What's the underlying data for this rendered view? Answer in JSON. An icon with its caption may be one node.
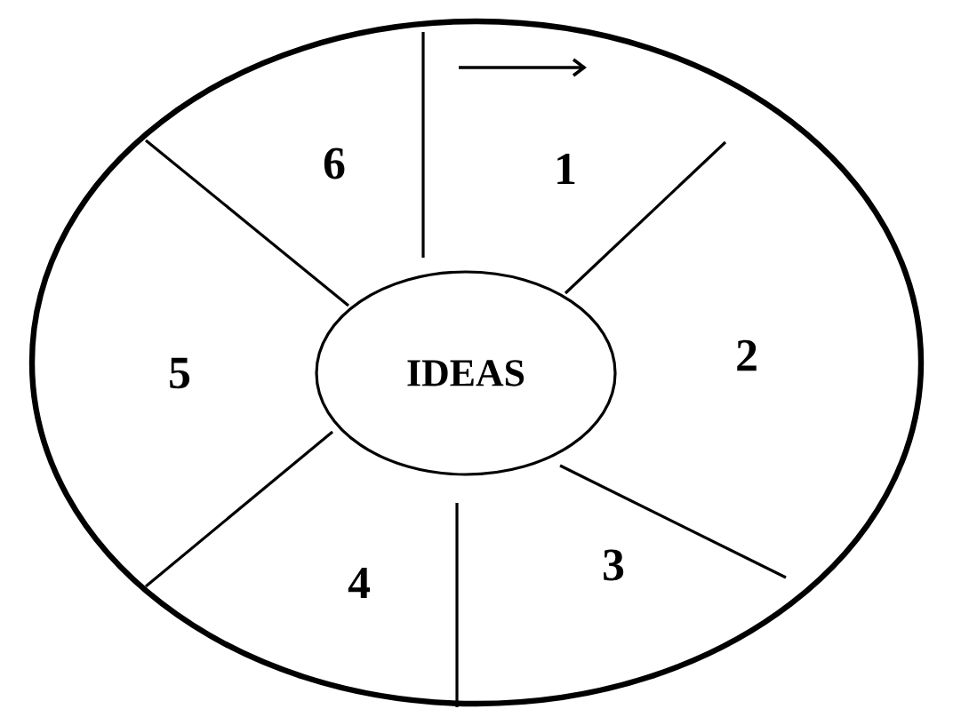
{
  "diagram": {
    "nodes": [
      {
        "text": [],
        "shape": "circle"
      },
      {
        "text": [
          "IDEAS"
        ],
        "in": 0
      }
    ],
    "labels": [
      "1",
      "2",
      "3",
      "4",
      "5",
      "6"
    ]
  }
}
